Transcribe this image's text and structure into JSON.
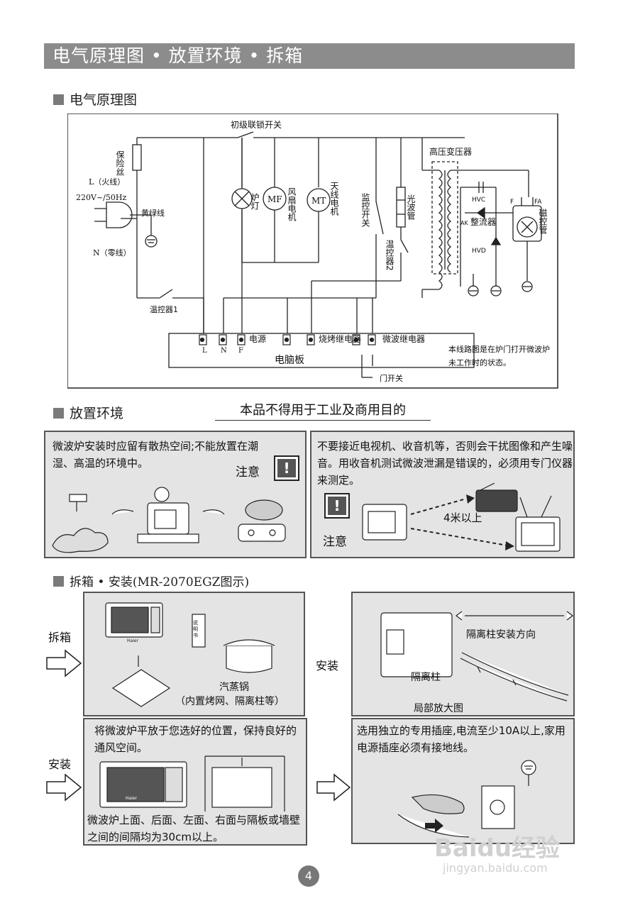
{
  "header": {
    "title": "电气原理图 • 放置环境 • 拆箱"
  },
  "schematic": {
    "section_title": "电气原理图",
    "labels": {
      "primary_switch": "初级联锁开关",
      "fuse": "保险丝",
      "live": "L（火线）",
      "voltage": "220V~/50Hz",
      "earth_wire": "黄绿线",
      "neutral": "N（零线）",
      "thermostat1": "温控器1",
      "lamp": "炉灯",
      "fan_motor": "风扇电机",
      "antenna_motor": "天线电机",
      "monitor_switch": "监控开关",
      "quartz_tube": "光波管",
      "thermostat2": "温控器2",
      "hv_transformer": "高压变压器",
      "hvc": "HVC",
      "ak": "AK",
      "rectifier": "整流器",
      "hvd": "HVD",
      "f": "F",
      "fa": "FA",
      "magnetron": "磁控管",
      "mf": "MF",
      "mt": "MT",
      "power": "电源",
      "grill_relay": "烧烤继电器",
      "microwave_relay": "微波继电器",
      "control_board": "电脑板",
      "door_switch": "门开关",
      "term_l": "L",
      "term_n": "N",
      "term_f": "F",
      "note": "本线路图是在炉门打开微波炉未工作时的状态。"
    }
  },
  "placement": {
    "section_title": "放置环境",
    "warning_title": "本品不得用于工业及商用目的",
    "left_text": "微波炉安装时应留有散热空间;不能放置在潮湿、高温的环境中。",
    "left_notice": "注意",
    "right_text": "不要接近电视机、收音机等，否则会干扰图像和产生噪音。用收音机测试微波泄漏是错误的，必须用专门仪器来测定。",
    "right_notice": "注意",
    "distance": "4米以上",
    "exclaim": "!"
  },
  "unpacking": {
    "section_title": "拆箱 • 安装(MR-2070EGZ图示)",
    "unpack_label": "拆箱",
    "manual_label": "说明书",
    "steamer_label": "汽蒸锅",
    "steamer_note": "（内置烤网、隔离柱等）",
    "install_label": "安装",
    "spacer_direction": "隔离柱安装方向",
    "spacer": "隔离柱",
    "detail_view": "局部放大图",
    "install_label2": "安装",
    "place_text": "将微波炉平放于您选好的位置，保持良好的通风空间。",
    "gap_text": "微波炉上面、后面、左面、右面与隔板或墙壁之间的间隔均为30cm以上。",
    "socket_text": "选用独立的专用插座,电流至少10A以上,家用电源插座必须有接地线。",
    "brand": "Haier"
  },
  "footer": {
    "page_number": "4",
    "watermark": "Baidu经验",
    "watermark_url": "jingyan.baidu.com"
  }
}
